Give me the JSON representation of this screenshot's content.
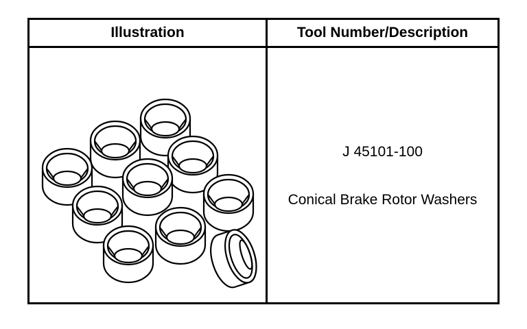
{
  "table": {
    "header_illustration": "Illustration",
    "header_tool": "Tool Number/Description",
    "tool_number": "J 45101-100",
    "tool_description": "Conical Brake Rotor Washers"
  },
  "illustration": {
    "icon": "conical-brake-rotor-washers",
    "washer_count": 10,
    "stroke_color": "#000000",
    "fill_color": "#ffffff"
  }
}
